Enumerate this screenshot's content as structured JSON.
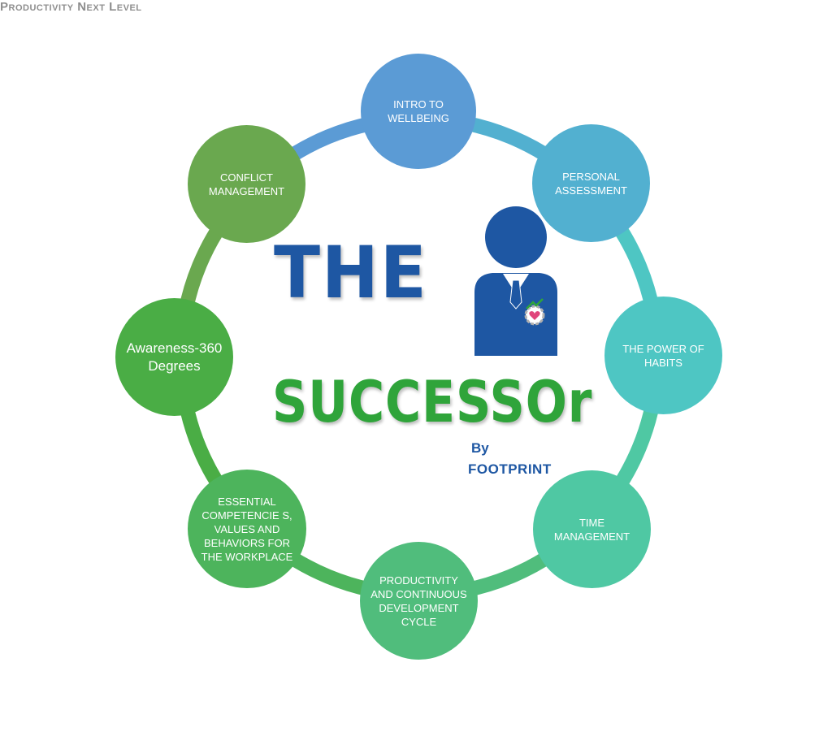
{
  "diagram": {
    "nodes": [
      {
        "id": "intro",
        "label": "INTRO TO WELLBEING",
        "color": "#5b9bd5"
      },
      {
        "id": "personal",
        "label": "PERSONAL ASSESSMENT",
        "color": "#52b0d0"
      },
      {
        "id": "habits",
        "label": "THE POWER OF HABITS",
        "color": "#4ec6c3"
      },
      {
        "id": "time",
        "label": "TIME MANAGEMENT",
        "color": "#4fc8a3"
      },
      {
        "id": "productivity",
        "label": "PRODUCTIVITY AND CONTINUOUS DEVELOPMENT CYCLE",
        "color": "#50bd7c"
      },
      {
        "id": "competencies",
        "label": "ESSENTIAL COMPETENCIE S, VALUES AND BEHAVIORS FOR THE WORKPLACE",
        "color": "#4db45c"
      },
      {
        "id": "awareness",
        "label": "Awareness-360 Degrees",
        "color": "#4aad45"
      },
      {
        "id": "conflict",
        "label": "CONFLICT MANAGEMENT",
        "color": "#6aa84f"
      }
    ]
  },
  "center": {
    "title_line1": "THE",
    "subtitle": "Productivity Next Level",
    "title_line2": "SUCCESSOr",
    "by": "By",
    "brand": "FOOTPRINT"
  },
  "colors": {
    "brand_blue": "#1e57a3",
    "brand_green": "#2fa43a",
    "ring_start": "#5b9bd5",
    "ring_end": "#4aad45"
  },
  "icons": {
    "center_figure": "businessman-icon",
    "badge": "gear-heart-icon"
  }
}
